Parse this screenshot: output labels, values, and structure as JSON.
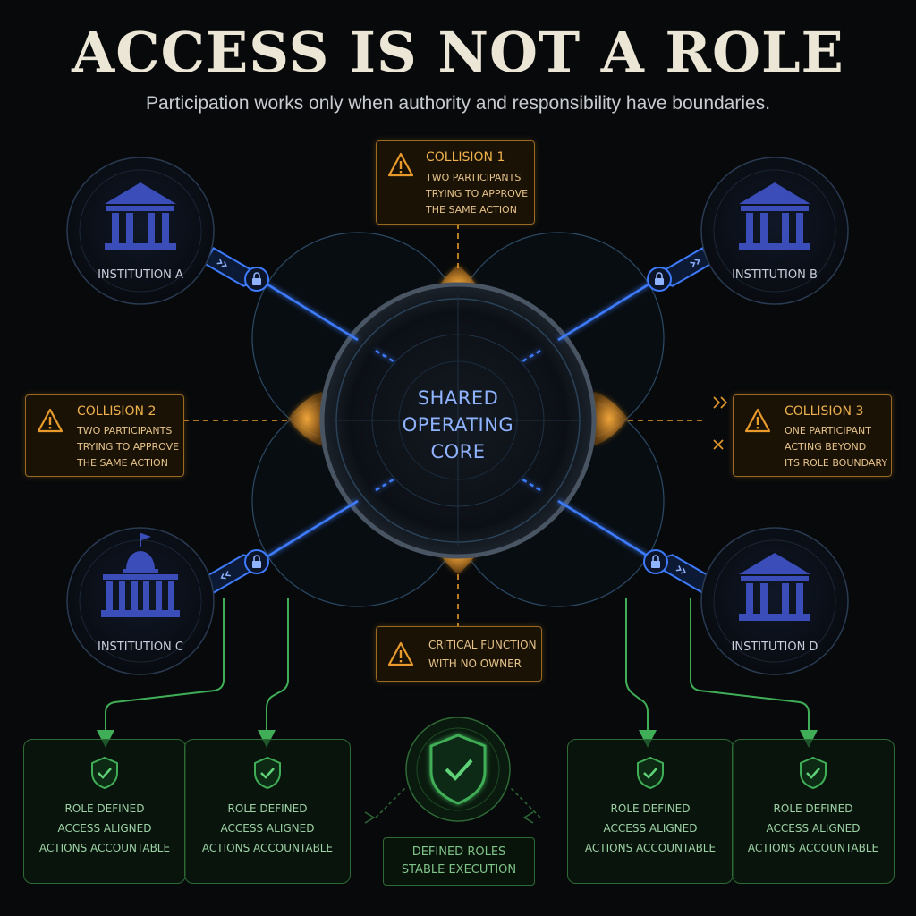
{
  "header": {
    "title": "ACCESS IS NOT A ROLE",
    "subtitle": "Participation works only when authority and responsibility have boundaries."
  },
  "core": {
    "line1": "SHARED",
    "line2": "OPERATING",
    "line3": "CORE"
  },
  "institutions": {
    "a": "INSTITUTION A",
    "b": "INSTITUTION B",
    "c": "INSTITUTION C",
    "d": "INSTITUTION D"
  },
  "collisions": {
    "c1": {
      "title": "COLLISION 1",
      "lines": [
        "TWO PARTICIPANTS",
        "TRYING TO APPROVE",
        "THE SAME ACTION"
      ]
    },
    "c2": {
      "title": "COLLISION 2",
      "lines": [
        "TWO PARTICIPANTS",
        "TRYING TO APPROVE",
        "THE SAME ACTION"
      ]
    },
    "c3": {
      "title": "COLLISION 3",
      "lines": [
        "ONE PARTICIPANT",
        "ACTING BEYOND",
        "ITS ROLE BOUNDARY"
      ]
    },
    "critical": {
      "lines": [
        "CRITICAL FUNCTION",
        "WITH NO OWNER"
      ]
    }
  },
  "roles": [
    {
      "lines": [
        "ROLE DEFINED",
        "ACCESS ALIGNED",
        "ACTIONS ACCOUNTABLE"
      ]
    },
    {
      "lines": [
        "ROLE DEFINED",
        "ACCESS ALIGNED",
        "ACTIONS ACCOUNTABLE"
      ]
    },
    {
      "lines": [
        "ROLE DEFINED",
        "ACCESS ALIGNED",
        "ACTIONS ACCOUNTABLE"
      ]
    },
    {
      "lines": [
        "ROLE DEFINED",
        "ACCESS ALIGNED",
        "ACTIONS ACCOUNTABLE"
      ]
    }
  ],
  "stable": {
    "line1": "DEFINED ROLES",
    "line2": "STABLE EXECUTION"
  },
  "colors": {
    "blue": "#3d7bff",
    "amber": "#e89a2a",
    "green": "#3fae56",
    "building": "#3a4db8"
  }
}
